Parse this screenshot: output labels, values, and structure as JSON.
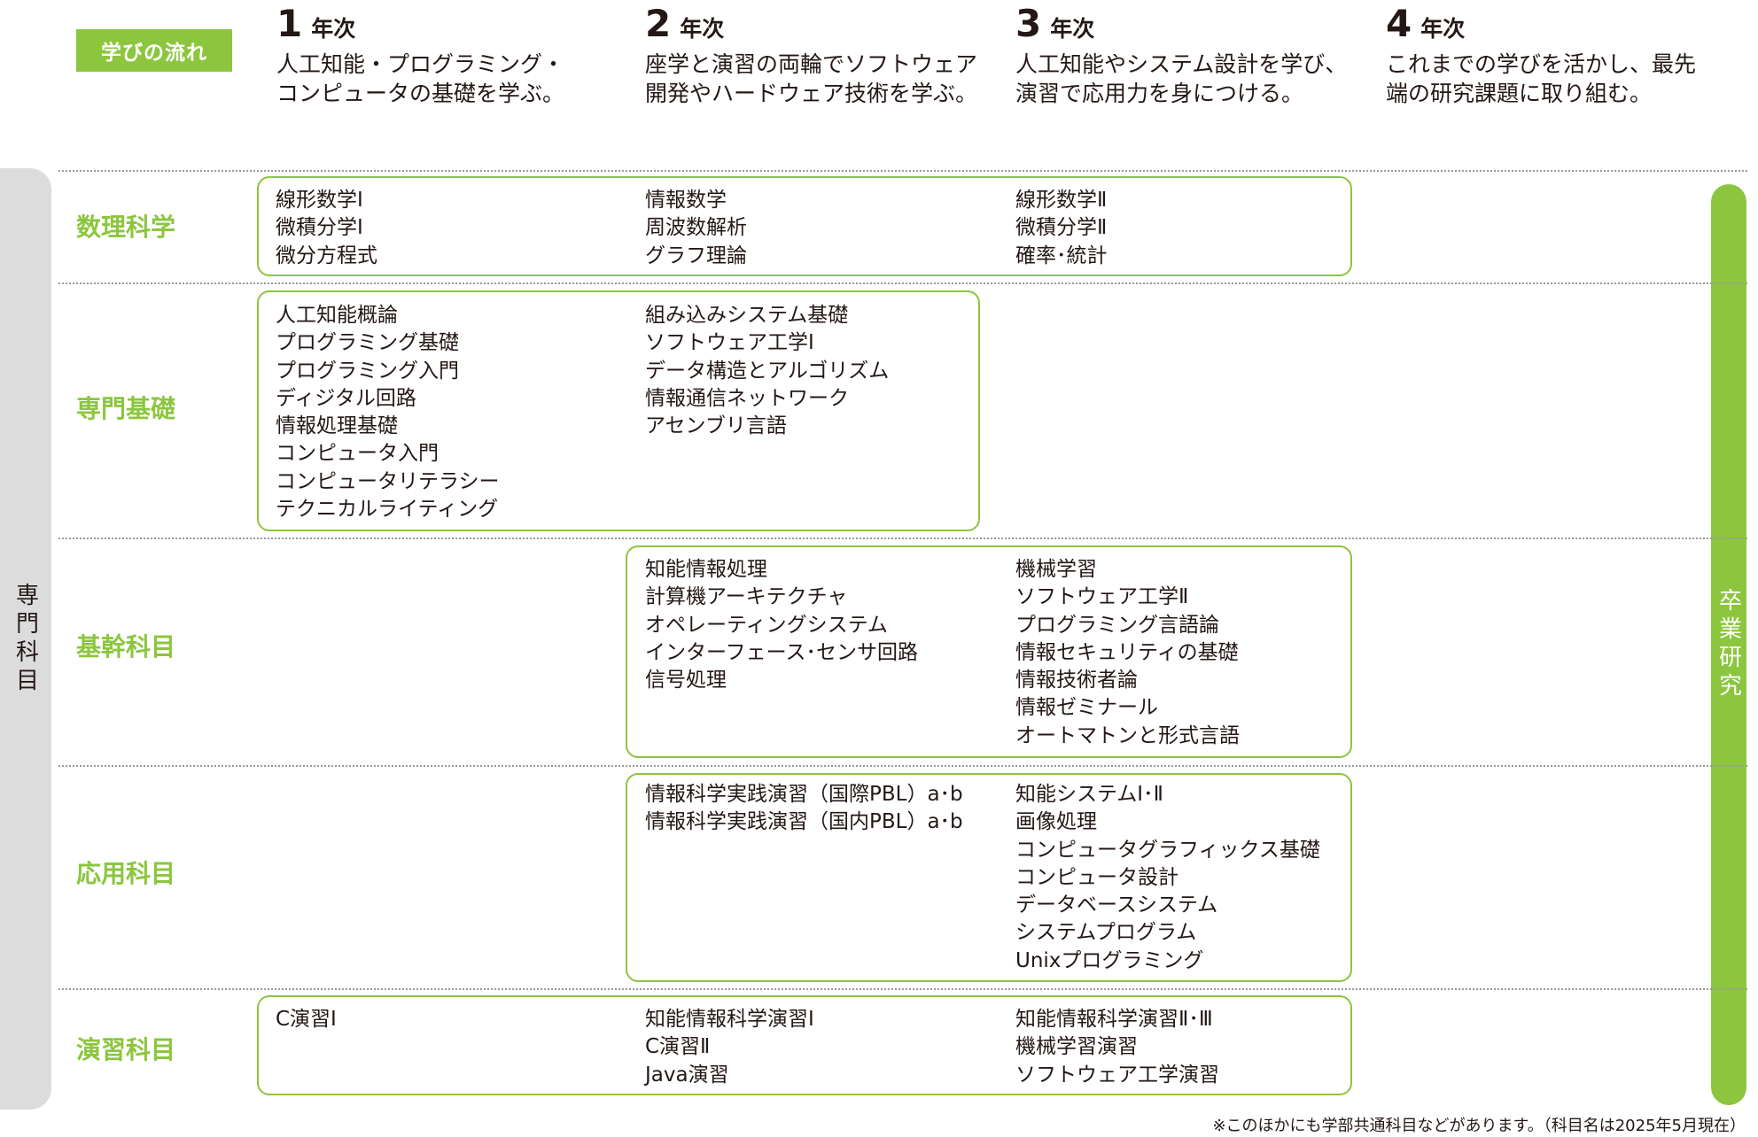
{
  "header": {
    "flow_label": "学びの流れ",
    "years": [
      {
        "num": "1",
        "unit": "年次",
        "desc_lines": [
          "人工知能・プログラミング・",
          "コンピュータの基礎を学ぶ。"
        ]
      },
      {
        "num": "2",
        "unit": "年次",
        "desc_lines": [
          "座学と演習の両輪でソフトウェア",
          "開発やハードウェア技術を学ぶ。"
        ]
      },
      {
        "num": "3",
        "unit": "年次",
        "desc_lines": [
          "人工知能やシステム設計を学び、",
          "演習で応用力を身につける。"
        ]
      },
      {
        "num": "4",
        "unit": "年次",
        "desc_lines": [
          "これまでの学びを活かし、最先",
          "端の研究課題に取り組む。"
        ]
      }
    ]
  },
  "side": {
    "left_label": "専門科目",
    "right_label": "卒業研究"
  },
  "rows": [
    {
      "category": "数理科学",
      "columns": [
        [
          "線形数学I",
          "微積分学I",
          "微分方程式"
        ],
        [
          "情報数学",
          "周波数解析",
          "グラフ理論"
        ],
        [
          "線形数学Ⅱ",
          "微積分学Ⅱ",
          "確率･統計"
        ]
      ]
    },
    {
      "category": "専門基礎",
      "columns": [
        [
          "人工知能概論",
          "プログラミング基礎",
          "プログラミング入門",
          "ディジタル回路",
          "情報処理基礎",
          "コンピュータ入門",
          "コンピュータリテラシー",
          "テクニカルライティング"
        ],
        [
          "組み込みシステム基礎",
          "ソフトウェア工学I",
          "データ構造とアルゴリズム",
          "情報通信ネットワーク",
          "アセンブリ言語"
        ]
      ]
    },
    {
      "category": "基幹科目",
      "columns": [
        [
          "知能情報処理",
          "計算機アーキテクチャ",
          "オペレーティングシステム",
          "インターフェース･センサ回路",
          "信号処理"
        ],
        [
          "機械学習",
          "ソフトウェア工学Ⅱ",
          "プログラミング言語論",
          "情報セキュリティの基礎",
          "情報技術者論",
          "情報ゼミナール",
          "オートマトンと形式言語"
        ]
      ]
    },
    {
      "category": "応用科目",
      "columns": [
        [
          "情報科学実践演習（国際PBL）a･b",
          "情報科学実践演習（国内PBL）a･b"
        ],
        [
          "知能システムI･Ⅱ",
          "画像処理",
          "コンピュータグラフィックス基礎",
          "コンピュータ設計",
          "データベースシステム",
          "システムプログラム",
          "Unixプログラミング"
        ]
      ]
    },
    {
      "category": "演習科目",
      "columns": [
        [
          "C演習I"
        ],
        [
          "知能情報科学演習I",
          "C演習Ⅱ",
          "Java演習"
        ],
        [
          "知能情報科学演習Ⅱ･Ⅲ",
          "機械学習演習",
          "ソフトウェア工学演習"
        ]
      ]
    }
  ],
  "footnote": "※このほかにも学部共通科目などがあります。（科目名は2025年5月現在）",
  "colors": {
    "accent": "#8cc63f",
    "side_gray": "#dcdcdd",
    "text": "#231815"
  }
}
